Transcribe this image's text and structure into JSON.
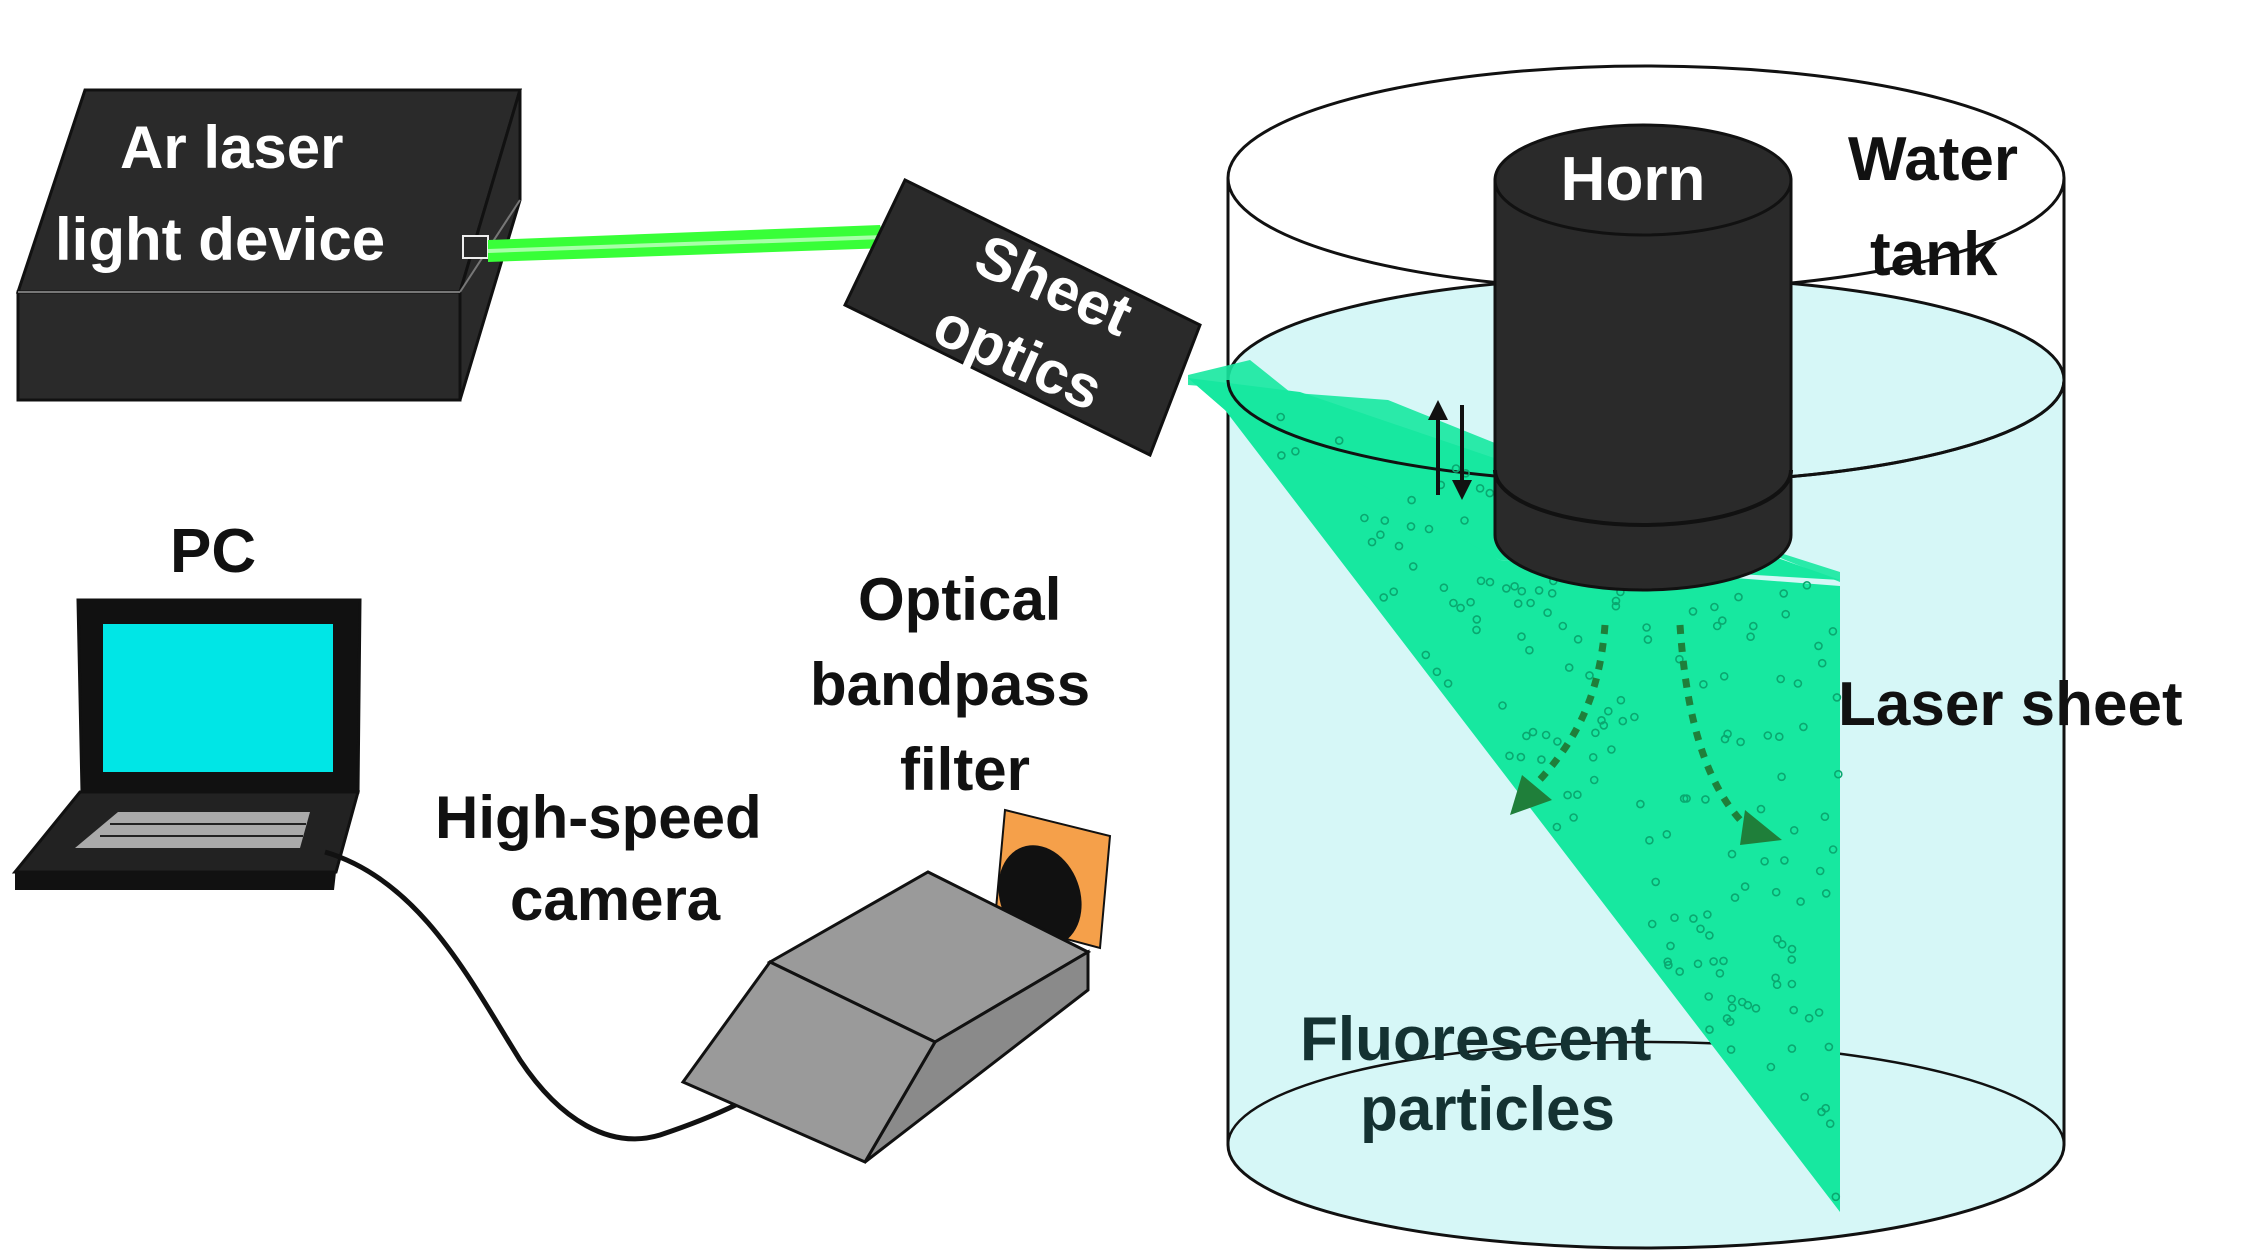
{
  "labels": {
    "laser_line1": "Ar laser",
    "laser_line2": "light device",
    "optics_line1": "Sheet",
    "optics_line2": "optics",
    "horn": "Horn",
    "tank_line1": "Water",
    "tank_line2": "tank",
    "pc": "PC",
    "filter_line1": "Optical",
    "filter_line2": "bandpass",
    "filter_line3": "filter",
    "camera_line1": "High-speed",
    "camera_line2": "camera",
    "laser_sheet": "Laser sheet",
    "particles_line1": "Fluorescent",
    "particles_line2": "particles"
  },
  "colors": {
    "water": "#d6f7f7",
    "laser_sheet": "#17e8a0",
    "laser_beam": "#38ff38",
    "device_dark": "#2a2a2a",
    "screen": "#00e6e6",
    "camera_gray": "#9a9a9a",
    "filter_orange": "#f5a04a",
    "particle": "#0aa870",
    "flow_arrow": "#1f7f3a"
  },
  "icons": {
    "updown": "up-down-arrows-icon",
    "flow": "flow-arrow-icon"
  }
}
